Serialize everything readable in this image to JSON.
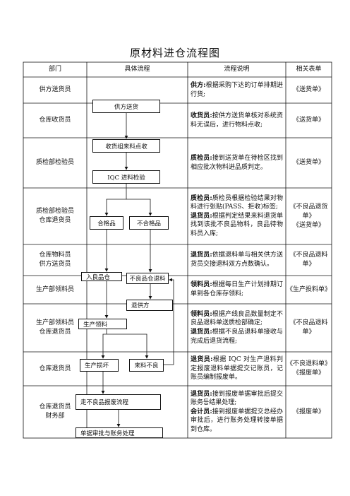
{
  "title": "原材料进仓流程图",
  "headers": {
    "dept": "部门",
    "flow": "具体流程",
    "desc": "流程说明",
    "form": "相关表单"
  },
  "rows": [
    {
      "dept": "供方送货员",
      "forms": "《送货单》",
      "desc": [
        {
          "role": "供方:",
          "text": "根据采购下达的订单排期进行货;"
        }
      ]
    },
    {
      "dept": "仓库收货员",
      "forms": "《送货单》",
      "desc": [
        {
          "role": "收货员:",
          "text": "按供方送货单核对系统资料无误后，进行物料点收;"
        }
      ]
    },
    {
      "dept": "质检部检验员",
      "forms": "《送货单》",
      "desc": [
        {
          "role": "质检员:",
          "text": "接到送货单在待检区找到相应批次物料进品质判定。"
        }
      ]
    },
    {
      "dept": "质检部检验员\n仓库退货员",
      "forms": "《不良品退货单》\n《送货单》",
      "desc": [
        {
          "role": "质检员:",
          "text": "质检员根据检验结果对物料进行张贴(PASS、拒收)标签;"
        },
        {
          "role": "退货员:",
          "text": "根据判定结果来料退货单找到该批不良品物料，良品待物料员入库;"
        }
      ]
    },
    {
      "dept": "仓库物料员\n供方送货员",
      "forms": "《不良品退料单》",
      "desc": [
        {
          "role": "退货员:",
          "text": "依据退料单与相关供方送货员交接退料双方点数确认。"
        }
      ]
    },
    {
      "dept": "生产部领料员",
      "forms": "《生产投料单》",
      "desc": [
        {
          "role": "领料员:",
          "text": "根据每日生产计划排期订单到各仓库存领料;"
        }
      ]
    },
    {
      "dept": "生产部领料员\n仓库退货员",
      "forms": "《不良品退料单》",
      "desc": [
        {
          "role": "领料员:",
          "text": "根据产线良品数量制定不良品退料单送质检部确定;"
        },
        {
          "role": "退货员:",
          "text": "根据不良品退料单接收与完成后退货流程;"
        }
      ]
    },
    {
      "dept": "仓库退货员",
      "forms": "《不良退料单》\n《报废单》",
      "desc": [
        {
          "role": "退货员:",
          "text": "根据 IQC 对生产退料判定报废退料单据提交记账员，记账员编制报废单。"
        }
      ]
    },
    {
      "dept": "仓库退货员\n财务部",
      "forms": "《报废单》",
      "desc": [
        {
          "role": "退货员:",
          "text": "接到报废单据审批后提交账务등结果处理;"
        },
        {
          "role": "会计员:",
          "text": "接到报废单据提交总经办审批后，进行账务处理转接单据到仓库。"
        }
      ]
    }
  ],
  "flow": {
    "n1": "供方送货",
    "n2": "收货组来料点收",
    "n3": "IQC 进料检验",
    "n4": "合格品",
    "n5": "不合格品",
    "n6": "入良品仓",
    "n7": "不良品仓退料",
    "n8": "退供方",
    "n9": "生产领料",
    "n10": "生产损坏",
    "n11": "来料不良",
    "n12": "走不良品报废流程",
    "n13": "单据审批与账务处理"
  }
}
